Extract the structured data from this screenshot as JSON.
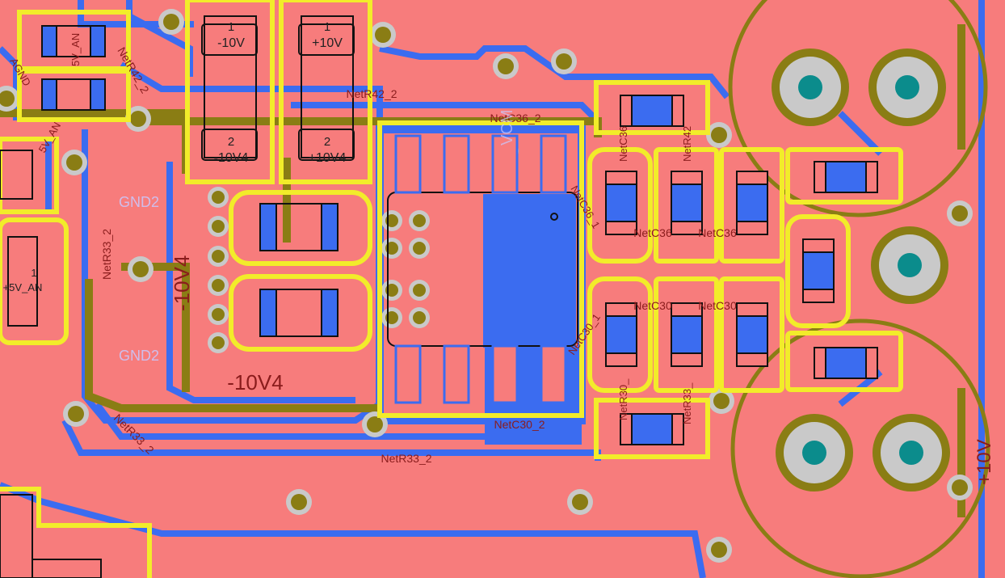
{
  "colors": {
    "board": "#f77c7c",
    "copper_blue": "#3b6cf0",
    "silk_yellow": "#f2ec2a",
    "via_olive": "#8a7d14",
    "via_hole": "#d0d0d0",
    "pad_teal": "#0b8c8c",
    "outline": "#111111",
    "net_text": "#8a1c1c",
    "faint_text": "#c9c9ff"
  },
  "labels": {
    "c1_pin1": "1",
    "c1_value_top": "-10V",
    "c1_pin2": "2",
    "c1_value_bottom": "-10V4",
    "c2_pin1": "1",
    "c2_value_top": "+10V",
    "c2_pin2": "2",
    "c2_value_bottom": "+10V4",
    "net_r42_top": "NetR42_2",
    "net_r42_left": "NetR42_2",
    "net_c36_2": "NetC36_2",
    "net_c36_a": "NetC36",
    "net_c36_b": "NetC36",
    "net_c30_a": "NetC30",
    "net_c30_b": "NetC30",
    "net_c30_2": "NetC30_2",
    "net_r33_2_bottom": "NetR33_2",
    "net_r33_2_left": "NetR33_2",
    "net_r33_2_diag": "NetR33_2",
    "net_r33_vert": "NetR33_",
    "net_r30_vert": "NetR30_",
    "net_r42_vert": "NetR42",
    "net_c36_vert": "NetC36",
    "net_c36_diag": "NetC36_1",
    "net_c30_diag": "NetC30_1",
    "v5_an_1": "5V_AN",
    "v5_an_2": "5V_AN",
    "v5_an_big": "+5V_AN",
    "v5_an_pin": "1",
    "gnd_1": "GND2",
    "gnd_2": "GND2",
    "neg10v4_big": "-10V4",
    "neg10v4_vert": "-10V4",
    "pos10v_right": "+10V",
    "vcm_vert": "VCM",
    "agnd_left": "AGND"
  }
}
